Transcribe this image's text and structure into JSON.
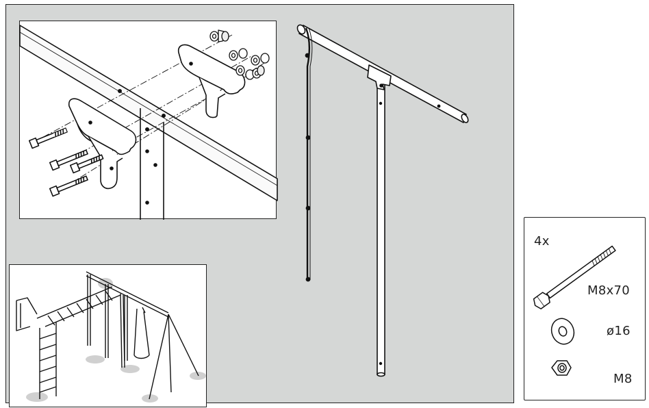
{
  "hardware": {
    "quantity": "4x",
    "bolt_label": "M8x70",
    "washer_label": "ø16",
    "nut_label": "M8"
  }
}
